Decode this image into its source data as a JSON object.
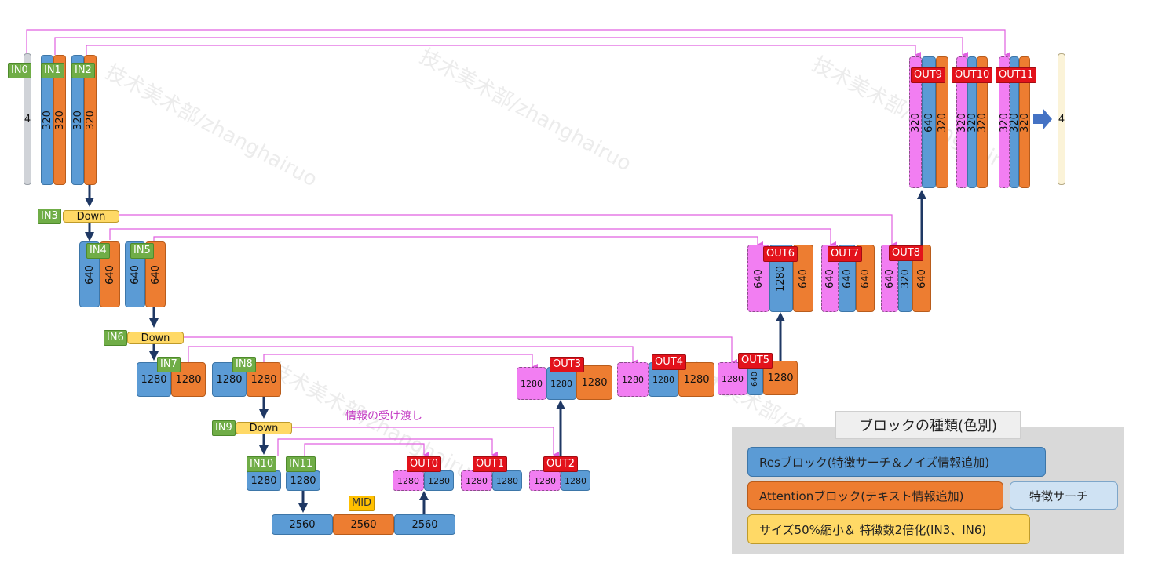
{
  "colors": {
    "res": "#5b9bd5",
    "attention": "#ed7d31",
    "skip_feature": "#f27ef2",
    "downsample": "#ffd966",
    "in_tag": "#70ad47",
    "out_tag": "#e3121b",
    "mid_tag": "#ffc000",
    "skip_line": "#e060e0",
    "arrow": "#1f3864"
  },
  "watermark": "技术美术部/zhanghairuo",
  "tags": {
    "in0": "IN0",
    "in1": "IN1",
    "in2": "IN2",
    "in3": "IN3",
    "in4": "IN4",
    "in5": "IN5",
    "in6": "IN6",
    "in7": "IN7",
    "in8": "IN8",
    "in9": "IN9",
    "in10": "IN10",
    "in11": "IN11",
    "mid": "MID",
    "out0": "OUT0",
    "out1": "OUT1",
    "out2": "OUT2",
    "out3": "OUT3",
    "out4": "OUT4",
    "out5": "OUT5",
    "out6": "OUT6",
    "out7": "OUT7",
    "out8": "OUT8",
    "out9": "OUT9",
    "out10": "OUT10",
    "out11": "OUT11"
  },
  "blocks": {
    "in0": "4",
    "in1_res": "320",
    "in1_attn": "320",
    "in2_res": "320",
    "in2_attn": "320",
    "in3_down": "Down",
    "in4_res": "640",
    "in4_attn": "640",
    "in5_res": "640",
    "in5_attn": "640",
    "in6_down": "Down",
    "in7_res": "1280",
    "in7_attn": "1280",
    "in8_res": "1280",
    "in8_attn": "1280",
    "in9_down": "Down",
    "in10_res": "1280",
    "in11_res": "1280",
    "mid_res1": "2560",
    "mid_attn": "2560",
    "mid_res2": "2560",
    "out0_skip": "1280",
    "out0_res": "1280",
    "out1_skip": "1280",
    "out1_res": "1280",
    "out2_skip": "1280",
    "out2_res": "1280",
    "out3_skip": "1280",
    "out3_res": "1280",
    "out3_attn": "1280",
    "out4_skip": "1280",
    "out4_res": "1280",
    "out4_attn": "1280",
    "out5_skip": "1280",
    "out5_res": "640",
    "out5_attn": "1280",
    "out6_skip": "640",
    "out6_res": "1280",
    "out6_attn": "640",
    "out7_skip": "640",
    "out7_res": "640",
    "out7_attn": "640",
    "out8_skip": "640",
    "out8_res": "320",
    "out8_attn": "640",
    "out9_skip": "320",
    "out9_res": "640",
    "out9_attn": "320",
    "out10_skip": "320",
    "out10_res": "320",
    "out10_attn": "320",
    "out11_skip": "320",
    "out11_res": "320",
    "out11_attn": "320",
    "output": "4"
  },
  "skip_note": "情報の受け渡し",
  "legend": {
    "title": "ブロックの種類(色別)",
    "res": "Resブロック(特徴サーチ＆ノイズ情報追加)",
    "attention": "Attentionブロック(テキスト情報追加)",
    "feature": "特徴サーチ",
    "downsample": "サイズ50%縮小＆ 特徴数2倍化(IN3、IN6)"
  }
}
